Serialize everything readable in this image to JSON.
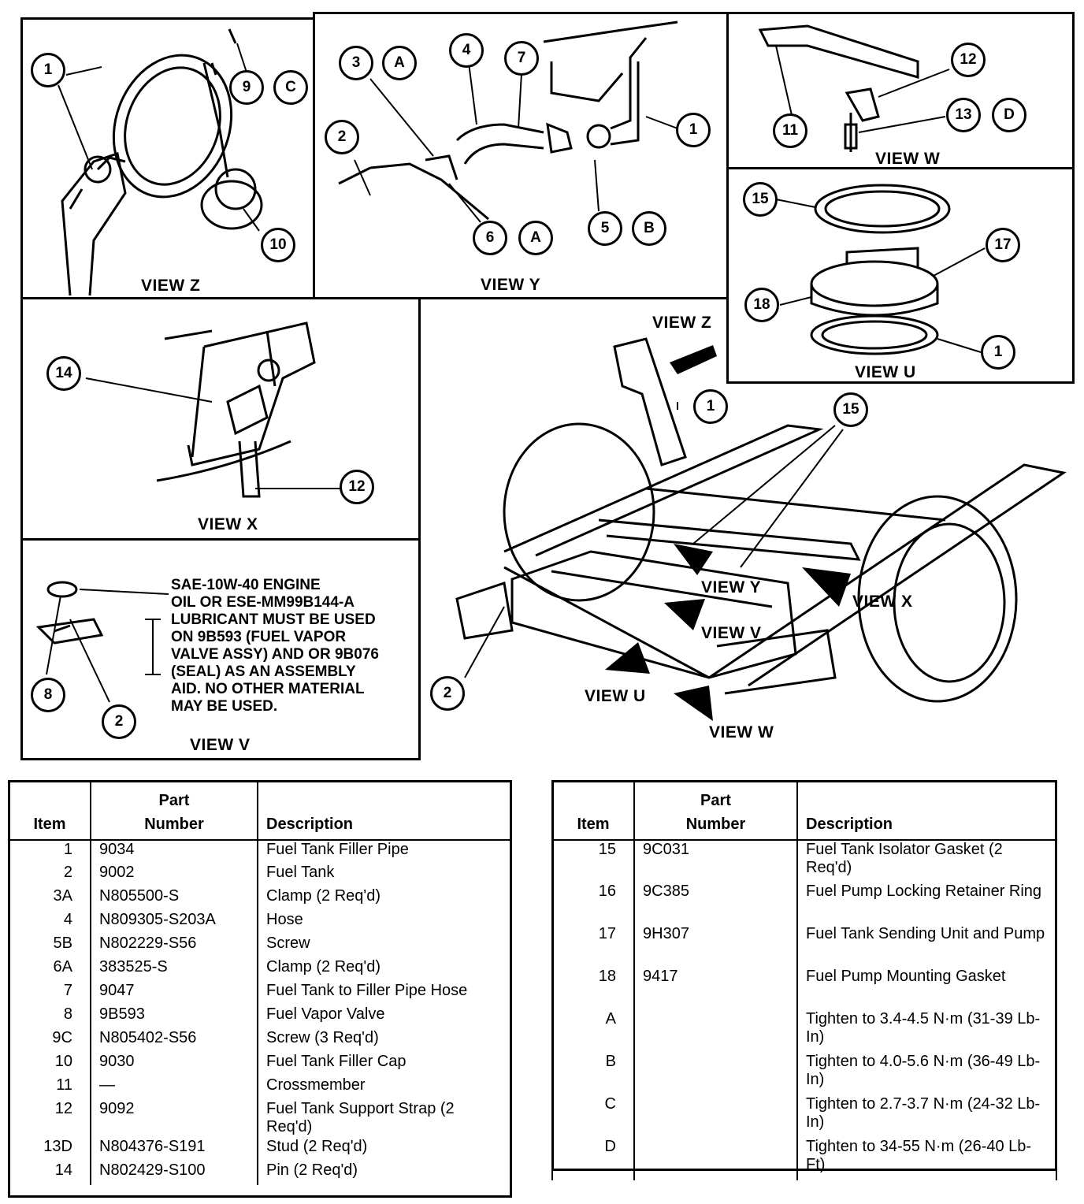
{
  "views": {
    "z": {
      "label": "VIEW Z"
    },
    "y": {
      "label": "VIEW Y"
    },
    "w": {
      "label": "VIEW W"
    },
    "u": {
      "label": "VIEW U"
    },
    "x": {
      "label": "VIEW X"
    },
    "v": {
      "label": "VIEW V"
    }
  },
  "callouts": {
    "z": [
      "1",
      "9",
      "C",
      "10"
    ],
    "y": [
      "3",
      "A",
      "4",
      "7",
      "2",
      "1",
      "6",
      "A",
      "5",
      "B"
    ],
    "w": [
      "11",
      "12",
      "13",
      "D"
    ],
    "u": [
      "15",
      "17",
      "18",
      "1"
    ],
    "x": [
      "14",
      "12"
    ],
    "v": [
      "8",
      "2"
    ],
    "main": [
      "1",
      "15",
      "2"
    ]
  },
  "main_view_labels": [
    "VIEW Z",
    "VIEW Y",
    "VIEW V",
    "VIEW X",
    "VIEW U",
    "VIEW W"
  ],
  "note_text": "SAE-10W-40 ENGINE\nOIL OR ESE-MM99B144-A\nLUBRICANT MUST BE USED\nON 9B593 (FUEL VAPOR\nVALVE ASSY) AND OR 9B076\n(SEAL) AS AN ASSEMBLY\nAID. NO OTHER MATERIAL\nMAY BE USED.",
  "table_headers": {
    "item": "Item",
    "part_number": "Part\nNumber",
    "description": "Description"
  },
  "table_left": [
    {
      "item": "1",
      "pn": "9034",
      "desc": "Fuel Tank Filler Pipe"
    },
    {
      "item": "2",
      "pn": "9002",
      "desc": "Fuel Tank"
    },
    {
      "item": "3A",
      "pn": "N805500-S",
      "desc": "Clamp (2 Req'd)"
    },
    {
      "item": "4",
      "pn": "N809305-S203A",
      "desc": "Hose"
    },
    {
      "item": "5B",
      "pn": "N802229-S56",
      "desc": "Screw"
    },
    {
      "item": "6A",
      "pn": "383525-S",
      "desc": "Clamp (2 Req'd)"
    },
    {
      "item": "7",
      "pn": "9047",
      "desc": "Fuel Tank to Filler Pipe Hose"
    },
    {
      "item": "8",
      "pn": "9B593",
      "desc": "Fuel Vapor Valve"
    },
    {
      "item": "9C",
      "pn": "N805402-S56",
      "desc": "Screw (3 Req'd)"
    },
    {
      "item": "10",
      "pn": "9030",
      "desc": "Fuel Tank Filler Cap"
    },
    {
      "item": "11",
      "pn": "—",
      "desc": "Crossmember"
    },
    {
      "item": "12",
      "pn": "9092",
      "desc": "Fuel Tank Support Strap (2 Req'd)"
    },
    {
      "item": "13D",
      "pn": "N804376-S191",
      "desc": "Stud (2 Req'd)"
    },
    {
      "item": "14",
      "pn": "N802429-S100",
      "desc": "Pin (2 Req'd)"
    }
  ],
  "table_right": [
    {
      "item": "15",
      "pn": "9C031",
      "desc": "Fuel Tank Isolator Gasket (2 Req'd)"
    },
    {
      "item": "16",
      "pn": "9C385",
      "desc": "Fuel Pump Locking Retainer Ring"
    },
    {
      "item": "17",
      "pn": "9H307",
      "desc": "Fuel Tank Sending Unit and Pump"
    },
    {
      "item": "18",
      "pn": "9417",
      "desc": "Fuel Pump Mounting Gasket"
    },
    {
      "item": "A",
      "pn": "",
      "desc": "Tighten to 3.4-4.5 N·m (31-39 Lb-In)"
    },
    {
      "item": "B",
      "pn": "",
      "desc": "Tighten to 4.0-5.6 N·m (36-49 Lb-In)"
    },
    {
      "item": "C",
      "pn": "",
      "desc": "Tighten to 2.7-3.7 N·m (24-32 Lb-In)"
    },
    {
      "item": "D",
      "pn": "",
      "desc": "Tighten to 34-55 N·m (26-40 Lb-Ft)"
    }
  ]
}
